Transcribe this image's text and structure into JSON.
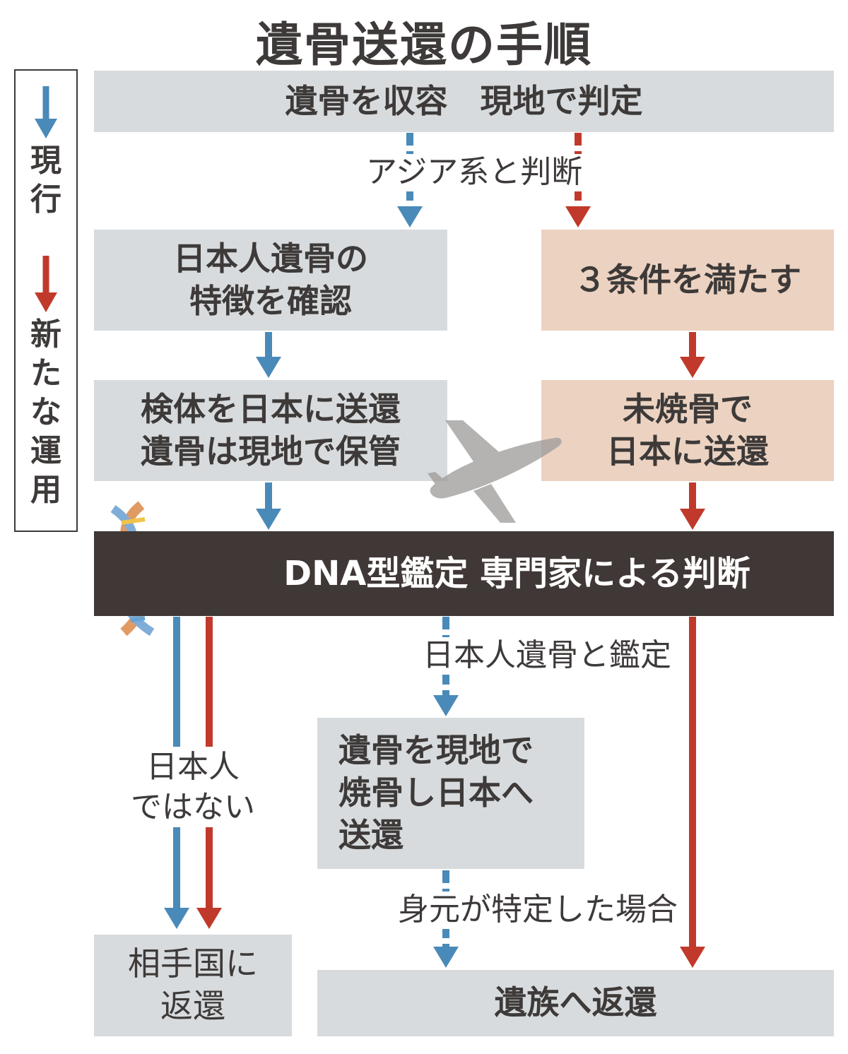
{
  "title": "遺骨送還の手順",
  "legend": {
    "current_label": "現行",
    "new_label": "新たな運用",
    "colors": {
      "current": "#4a8ab8",
      "new": "#c0392b"
    }
  },
  "steps": {
    "collect": "遺骨を収容　現地で判定",
    "judged_asian": "アジア系と判断",
    "confirm_features": "日本人遺骨の\n特徴を確認",
    "meet_conditions": "３条件を満たす",
    "send_sample": "検体を日本に送還\n遺骨は現地で保管",
    "send_uncremated": "未焼骨で\n日本に送還",
    "dna_test": "DNA型鑑定 専門家による判断",
    "identified_japanese": "日本人遺骨と鑑定",
    "not_japanese": "日本人\nではない",
    "cremate_send": "遺骨を現地で\n焼骨し日本へ\n送還",
    "identity_found": "身元が特定した場合",
    "return_country": "相手国に\n返還",
    "return_family": "遺族へ返還"
  },
  "icons": [
    "dna-icon",
    "airplane-icon"
  ]
}
